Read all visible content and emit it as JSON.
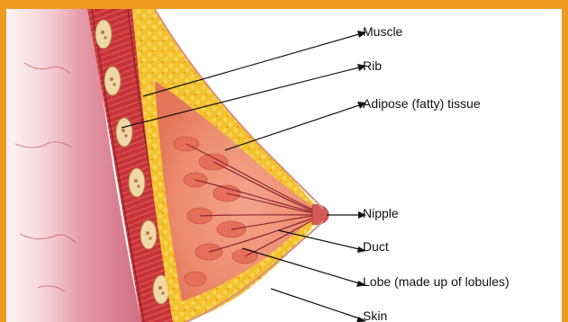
{
  "labels": {
    "muscle": "Muscle",
    "rib": "Rib",
    "adipose": "Adipose (fatty) tissue",
    "nipple": "Nipple",
    "duct": "Duct",
    "lobe": "Lobe (made up of lobules)",
    "skin": "Skin"
  },
  "colors": {
    "border": "#ee9a1f",
    "muscle": "#c8343a",
    "fat": "#f2c12a",
    "tissue": "#e98a6a",
    "skin_shadow": "#e7a2b0"
  }
}
